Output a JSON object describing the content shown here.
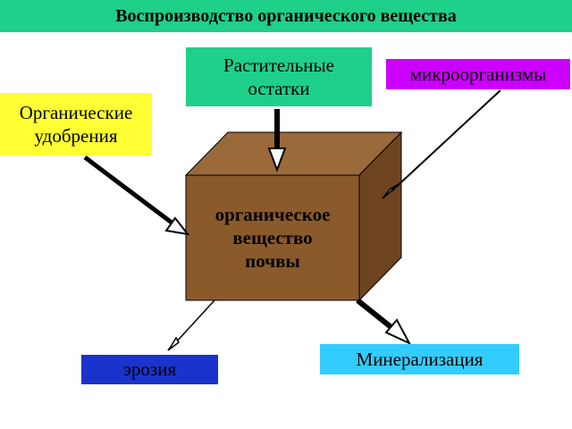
{
  "title": "Воспроизводство органического вещества",
  "nodes": {
    "residues": [
      "Растительные",
      "остатки"
    ],
    "fertilizers": [
      "Органические",
      "удобрения"
    ],
    "microorganisms": "микроорганизмы",
    "soil_organic_matter": [
      "органическое",
      "вещество",
      "почвы"
    ],
    "erosion": "эрозия",
    "mineralization": "Минерализация"
  },
  "colors": {
    "title_bg": "#1fd08a",
    "residues_bg": "#1fd08a",
    "fertilizers_bg": "#ffff33",
    "microorganisms_bg": "#cc00ff",
    "erosion_bg": "#1a33cc",
    "mineralization_bg": "#33ccff",
    "cube_front": "#8b5a2b",
    "cube_top": "#9a6a3a",
    "cube_side": "#6e4420"
  }
}
